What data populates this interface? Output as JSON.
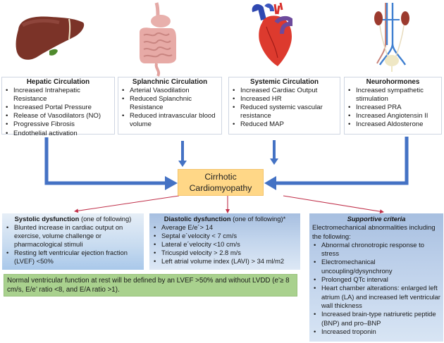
{
  "organs": [
    {
      "name": "liver",
      "label": "liver-illustration"
    },
    {
      "name": "intestines",
      "label": "intestines-illustration"
    },
    {
      "name": "heart",
      "label": "heart-illustration"
    },
    {
      "name": "kidneys",
      "label": "kidneys-illustration"
    }
  ],
  "top_boxes": [
    {
      "title": "Hepatic Circulation",
      "items": [
        "Increased Intrahepatic Resistance",
        "Increased Portal Pressure",
        "Release of Vasodilators (NO)",
        "Progressive Fibrosis",
        "Endothelial activation"
      ]
    },
    {
      "title": "Splanchnic Circulation",
      "items": [
        "Arterial Vasodilation",
        "Reduced Splanchnic Resistance",
        "Reduced intravascular blood volume"
      ]
    },
    {
      "title": "Systemic Circulation",
      "items": [
        "Increased Cardiac Output",
        "Increased HR",
        "Reduced systemic vascular resistance",
        "Reduced MAP"
      ]
    },
    {
      "title": "Neurohormones",
      "items": [
        "Increased sympathetic stimulation",
        "Increased PRA",
        "Increased Angiotensin II",
        "Increased Aldosterone"
      ]
    }
  ],
  "center": {
    "line1": "Cirrhotic",
    "line2": "Cardiomyopathy"
  },
  "systolic": {
    "title": "Systolic dysfunction",
    "qualifier": " (one of following)",
    "items": [
      "Blunted increase in cardiac output on exercise, volume challenge or pharmacological stimuli",
      "Resting left ventricular ejection fraction (LVEF) <50%"
    ]
  },
  "diastolic": {
    "title": "Diastolic dysfunction",
    "qualifier": " (one of following)*",
    "items": [
      "Average E/e´> 14",
      "Septal e´velocity < 7 cm/s",
      "Lateral e´velocity <10 cm/s",
      "Tricuspid velocity > 2.8 m/s",
      "Left atrial volume index (LAVI) > 34 ml/m2"
    ]
  },
  "supportive": {
    "title": "Supportive criteria",
    "intro": "Electromechanical abnormalities including the following:",
    "items": [
      "Abnormal chronotropic response to stress",
      "Electromechanical uncoupling/dysynchrony",
      "Prolonged QTc interval",
      "Heart chamber alterations: enlarged left atrium (LA) and increased left ventricular wall thickness",
      "Increased brain-type natriuretic peptide (BNP) and pro–BNP",
      "Increased troponin"
    ]
  },
  "normal_note": "Normal ventricular function at rest will be defined by an LVEF >50% and without LVDD (e’≥ 8 cm/s, E/e’ ratio <8, and E/A ratio >1).",
  "colors": {
    "arrow_blue": "#4472c4",
    "arrow_red": "#c0304a",
    "center_fill": "#ffd787",
    "note_green": "#a9d18e"
  }
}
